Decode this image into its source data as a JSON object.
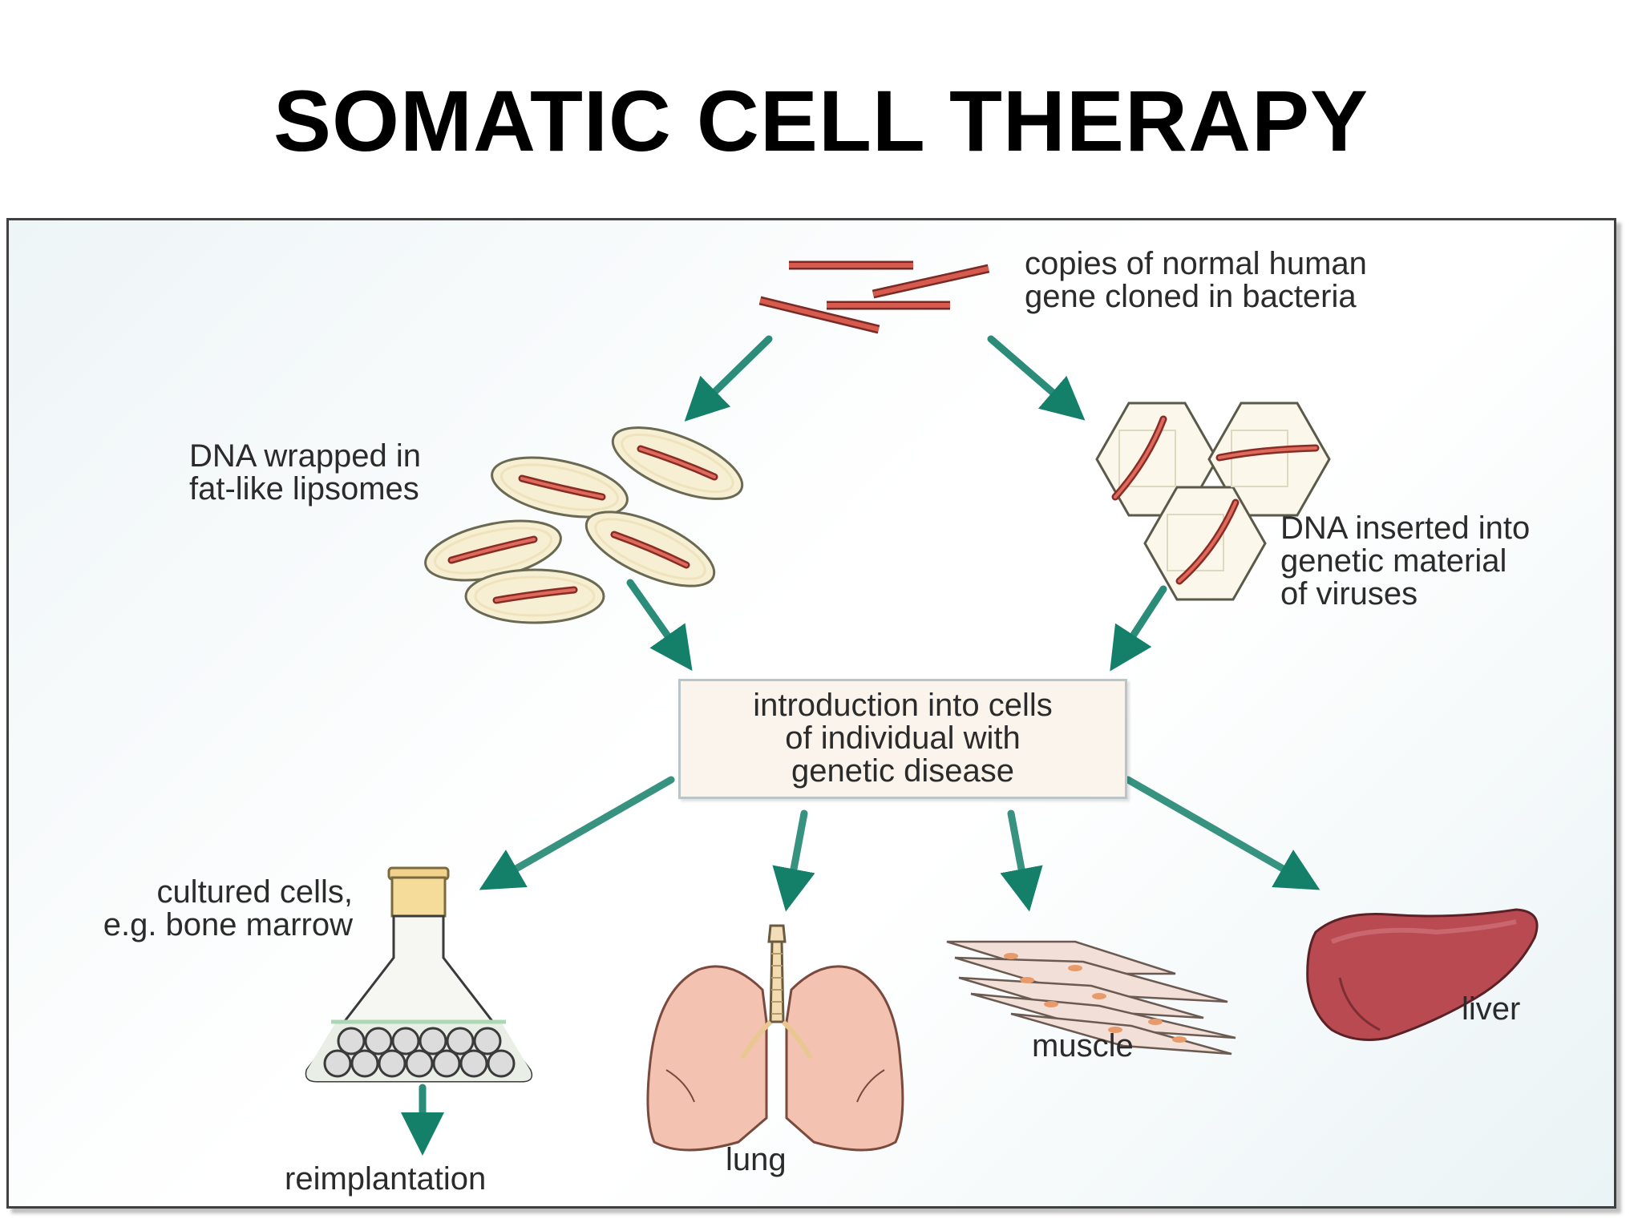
{
  "title": "SOMATIC CELL THERAPY",
  "colors": {
    "arrow": "#14806a",
    "dna": "#c8443c",
    "liposome_fill": "#f7efd4",
    "lung": "#f3c2b0",
    "liver": "#b94a52",
    "box_fill": "#fbf4ec"
  },
  "labels": {
    "gene_copies": [
      "copies of normal human",
      "gene cloned in bacteria"
    ],
    "liposomes": [
      "DNA wrapped in",
      "fat-like lipsomes"
    ],
    "viruses": [
      "DNA inserted into",
      "genetic material",
      "of viruses"
    ],
    "introduction": [
      "introduction into cells",
      "of individual with",
      "genetic disease"
    ],
    "cultured": [
      "cultured cells,",
      "e.g. bone marrow"
    ],
    "reimplantation": "reimplantation",
    "lung": "lung",
    "muscle": "muscle",
    "liver": "liver"
  },
  "icons": [
    "dna-fragments-icon",
    "liposome-icon",
    "virus-capsid-icon",
    "culture-flask-icon",
    "lungs-icon",
    "muscle-fibers-icon",
    "liver-icon"
  ]
}
